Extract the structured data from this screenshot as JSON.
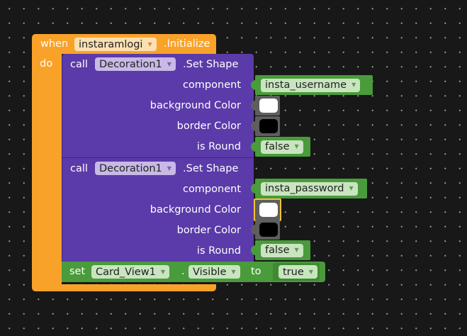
{
  "event": {
    "when_label": "when",
    "component": "instaramlogi",
    "event_name": ".Initialize",
    "do_label": "do"
  },
  "calls": [
    {
      "call_label": "call",
      "component": "Decoration1",
      "method": ".Set Shape",
      "params": {
        "component_label": "component",
        "component_value": "insta_username",
        "bg_label": "background Color",
        "bg_color": "#ffffff",
        "border_label": "border Color",
        "border_color": "#000000",
        "round_label": "is Round",
        "round_value": "false"
      }
    },
    {
      "call_label": "call",
      "component": "Decoration1",
      "method": ".Set Shape",
      "params": {
        "component_label": "component",
        "component_value": "insta_password",
        "bg_label": "background Color",
        "bg_color": "#ffffff",
        "border_label": "border Color",
        "border_color": "#000000",
        "round_label": "is Round",
        "round_value": "false"
      }
    }
  ],
  "set": {
    "set_label": "set",
    "component": "Card_View1",
    "dot": ".",
    "property": "Visible",
    "to_label": "to",
    "value": "true"
  },
  "colors": {
    "event": "#f9a22a",
    "method": "#5b3ba9",
    "logic": "#4a9b3b",
    "color_block": "#5e5e5e",
    "selected_outline": "#f1c232"
  },
  "icons": {
    "dropdown": "triangle-down-icon"
  }
}
